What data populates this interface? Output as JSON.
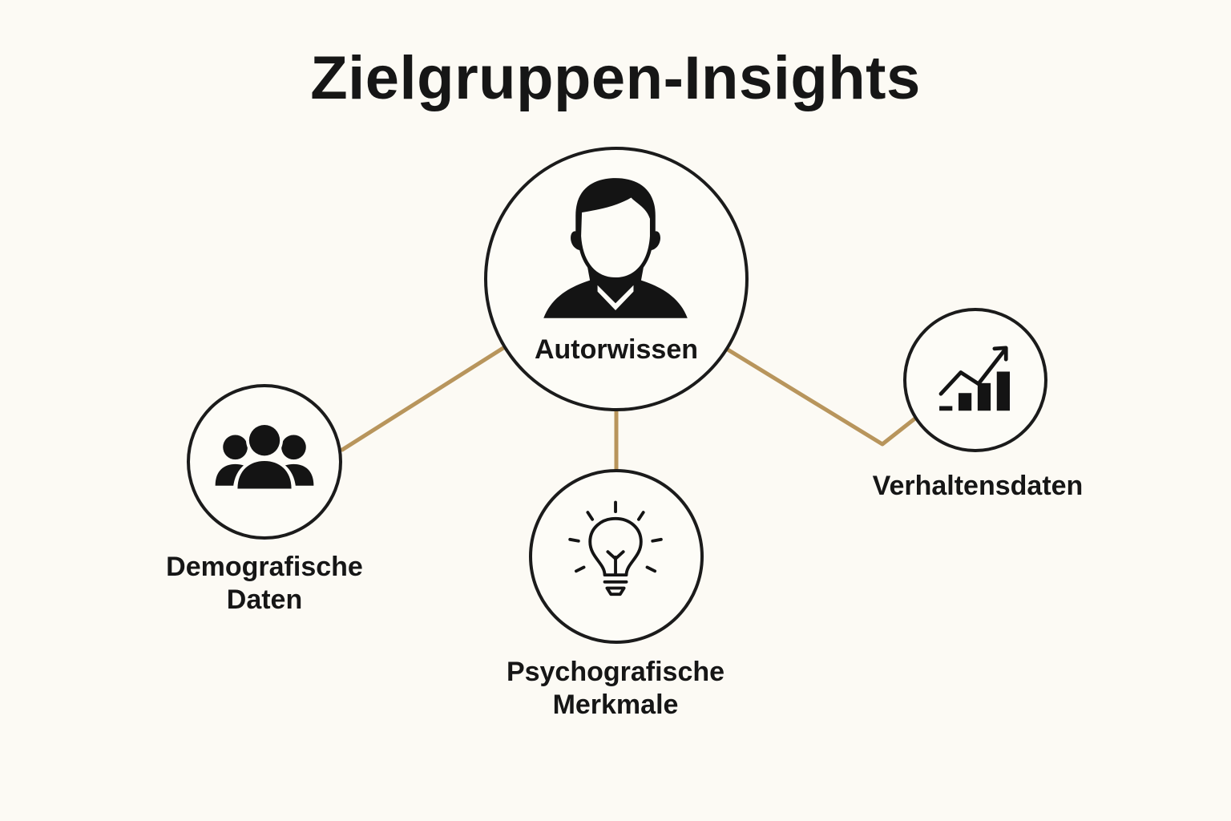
{
  "title": "Zielgruppen-Insights",
  "colors": {
    "background": "#fcfaf4",
    "text": "#161616",
    "node_border": "#1b1b1b",
    "node_fill": "#fdfcf7",
    "connector": "#b8955c",
    "icon": "#141414"
  },
  "nodes": {
    "center": {
      "label": "Autorwissen",
      "icon": "person-icon"
    },
    "demographic": {
      "label": "Demografische\nDaten",
      "icon": "group-icon"
    },
    "psychographic": {
      "label": "Psychografische\nMerkmale",
      "icon": "lightbulb-icon"
    },
    "behavioral": {
      "label": "Verhaltensdaten",
      "icon": "growth-chart-icon"
    }
  }
}
